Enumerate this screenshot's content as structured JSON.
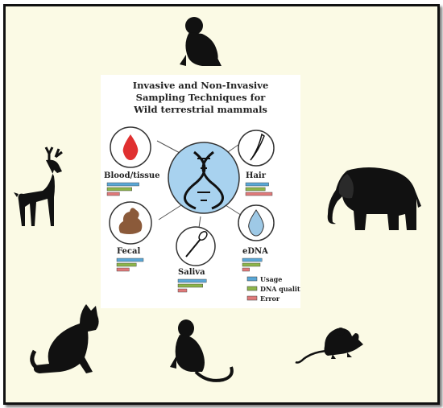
{
  "title_lines": [
    "Invasive and Non-Invasive",
    "Sampling Techniques for",
    "Wild terrestrial mammals"
  ],
  "techniques": [
    {
      "label": "Blood/tissue",
      "usage": 0.9,
      "dna_quality": 0.7,
      "error": 0.35,
      "icon": "blood-drop-icon"
    },
    {
      "label": "Hair",
      "usage": 0.65,
      "dna_quality": 0.55,
      "error": 0.75,
      "icon": "hair-icon"
    },
    {
      "label": "Fecal",
      "usage": 0.75,
      "dna_quality": 0.55,
      "error": 0.35,
      "icon": "feces-icon"
    },
    {
      "label": "Saliva",
      "usage": 0.8,
      "dna_quality": 0.7,
      "error": 0.25,
      "icon": "swab-icon"
    },
    {
      "label": "eDNA",
      "usage": 0.55,
      "dna_quality": 0.5,
      "error": 0.2,
      "icon": "water-drop-icon"
    }
  ],
  "legend": [
    {
      "label": "Usage",
      "color": "#5aa7d6"
    },
    {
      "label": "DNA quality",
      "color": "#8db54a"
    },
    {
      "label": "Error",
      "color": "#e07a7a"
    }
  ],
  "center_icon": "dna-icon",
  "animals": [
    "monkey-icon",
    "deer-icon",
    "elephant-icon",
    "cat-icon",
    "monkey-sitting-icon",
    "mouse-icon"
  ]
}
